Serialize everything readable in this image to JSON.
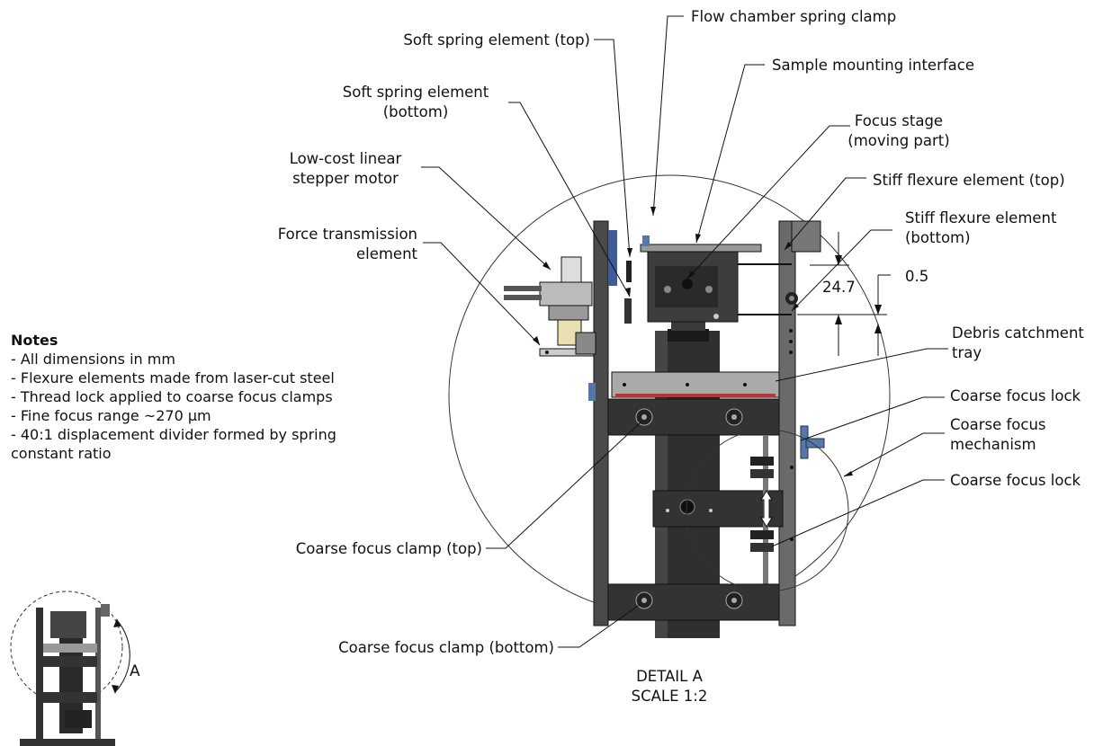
{
  "labels": {
    "flow_chamber_spring_clamp": "Flow chamber spring clamp",
    "soft_spring_top": "Soft spring element (top)",
    "sample_mounting_interface": "Sample mounting interface",
    "soft_spring_bottom_l1": "Soft spring element",
    "soft_spring_bottom_l2": "(bottom)",
    "focus_stage_l1": "Focus stage",
    "focus_stage_l2": "(moving part)",
    "stepper_l1": "Low-cost linear",
    "stepper_l2": "stepper motor",
    "stiff_flexure_top": "Stiff flexure element (top)",
    "stiff_flexure_bottom_l1": "Stiff flexure element",
    "stiff_flexure_bottom_l2": "(bottom)",
    "force_transmission_l1": "Force transmission",
    "force_transmission_l2": "element",
    "debris_l1": "Debris catchment",
    "debris_l2": "tray",
    "coarse_focus_lock_top": "Coarse focus lock",
    "coarse_focus_mechanism_l1": "Coarse focus",
    "coarse_focus_mechanism_l2": "mechanism",
    "coarse_focus_lock_bottom": "Coarse focus lock",
    "coarse_focus_clamp_top": "Coarse focus clamp (top)",
    "coarse_focus_clamp_bottom": "Coarse focus clamp (bottom)"
  },
  "dimensions": {
    "gap_small": "0.5",
    "stage_height": "24.7"
  },
  "notes": {
    "title": "Notes",
    "items": [
      "- All dimensions in mm",
      "- Flexure elements made from laser-cut steel",
      "- Thread lock applied to coarse focus clamps",
      "- Fine focus range ~270 µm",
      "- 40:1 displacement divider formed by spring",
      "constant ratio"
    ]
  },
  "detail": {
    "title": "DETAIL A",
    "scale": "SCALE 1:2",
    "callout_letter": "A"
  }
}
